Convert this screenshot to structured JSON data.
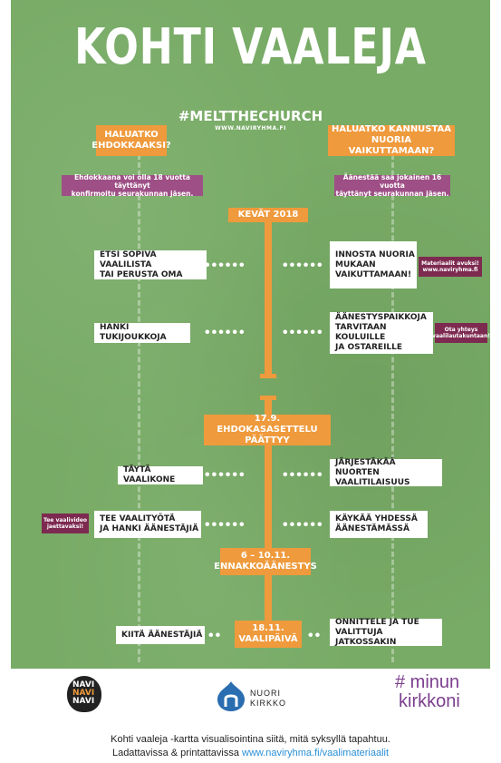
{
  "title": "KOHTI VAALEJA",
  "hashtag": "#MELTTHECHURCH",
  "hashtag_url": "WWW.NAVIRYHMA.FI",
  "left_question": "HALUATKO\nEHDOKKAAKSI?",
  "right_question": "HALUATKO KANNUSTAA\nNUORIA VAIKUTTAMAAN?",
  "left_note": "Ehdokkaana voi olla 18 vuotta täyttänyt\nkonfirmoitu seurakunnan jäsen.",
  "right_note": "Äänestää saa jokainen 16 vuotta\ntäyttänyt seurakunnan jäsen.",
  "milestones": {
    "spring": "KEVÄT 2018",
    "nominations": "17.9.\nEHDOKASASETTELU PÄÄTTYY",
    "advance": "6 – 10.11.\nENNAKKOÄÄNESTYS",
    "election": "18.11.\nVAALIPÄIVÄ"
  },
  "left_steps": [
    "ETSI SOPIVA VAALILISTA\nTAI PERUSTA OMA",
    "HANKI TUKIJOUKKOJA",
    "TÄYTÄ VAALIKONE",
    "TEE VAALITYÖTÄ\nJA HANKI ÄÄNESTÄJIÄ",
    "KIITÄ ÄÄNESTÄJIÄ"
  ],
  "right_steps": [
    "INNOSTA NUORIA\nMUKAAN\nVAIKUTTAMAAN!",
    "ÄÄNESTYSPAIKKOJA\nTARVITAAN KOULUILLE\nJA OSTAREILLE",
    "JÄRJESTÄKÄÄ NUORTEN\nVAALITILAISUUS",
    "KÄYKÄÄ YHDESSÄ\nÄÄNESTÄMÄSSÄ",
    "ONNITTELE JA TUE\nVALITTUJA JATKOSSAKIN"
  ],
  "tips": {
    "materials": "Materiaalit avuksi!\nwww.naviryhma.fi",
    "contact": "Ota yhteys\nvaalilautakuntaan!",
    "video": "Tee vaalivideo\njaettavaksi!"
  },
  "logos": {
    "navi": "NAVI",
    "nuori_kirkko": "NUORI\nKIRKKO",
    "minun_kirkkoni_1": "# minun",
    "minun_kirkkoni_2": "kirkkoni"
  },
  "caption_line1": "Kohti vaaleja -kartta visualisointina siitä, mitä syksyllä tapahtuu.",
  "caption_line2_text": "Ladattavissa & printattavissa ",
  "caption_link": "www.naviryhma.fi/vaalimateriaalit",
  "colors": {
    "orange": "#ef9a3c",
    "green": "#78ab66",
    "purple": "#9e4f86",
    "maroon": "#7d2a50",
    "link": "#2a8fd6"
  }
}
